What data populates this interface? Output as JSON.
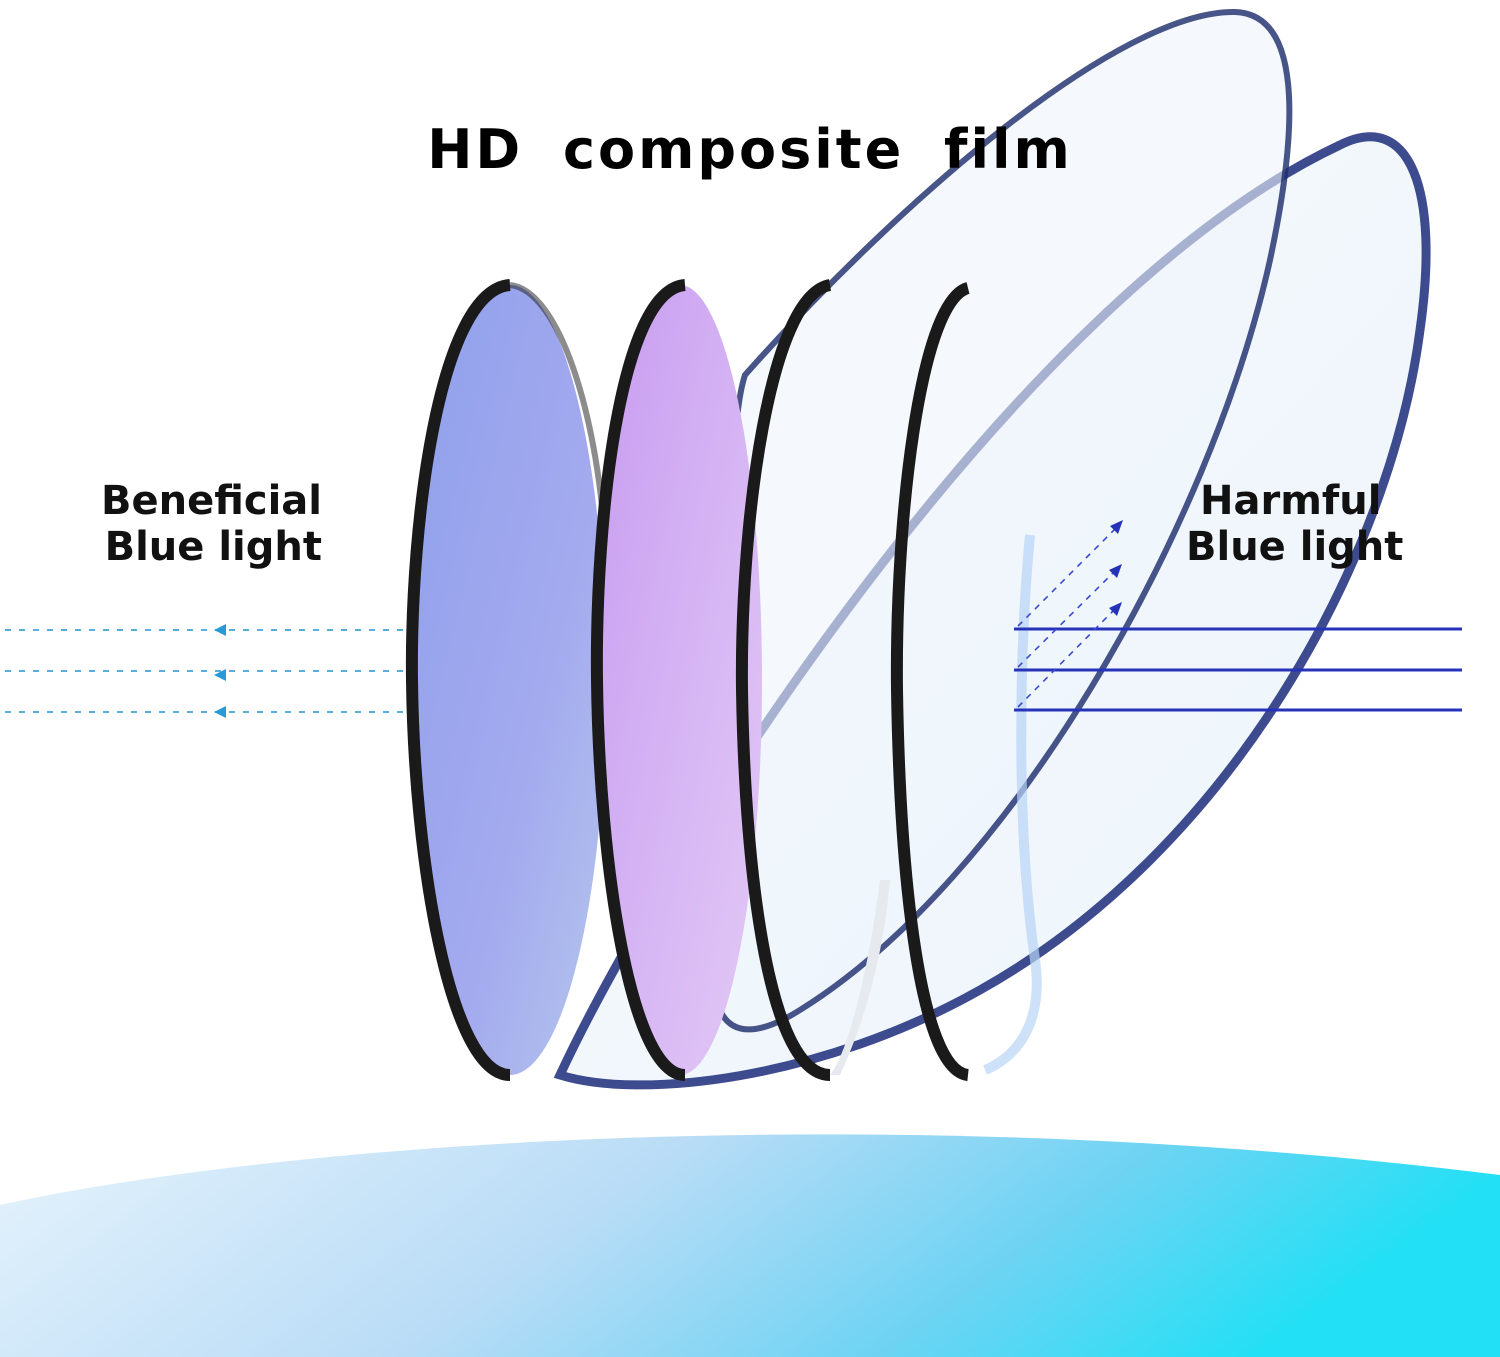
{
  "title": "HD composite film",
  "beneficial": {
    "line1": "Beneficial",
    "line2": "Blue light"
  },
  "harmful": {
    "line1": "Harmful",
    "line2": "Blue light"
  },
  "colors": {
    "lens_blue": "#9aa8ee",
    "lens_purple": "#d4b0f2",
    "lens_rim": "#1a1a1a",
    "frame_blue": "#1c2c7a",
    "ray_blue": "#2632b8",
    "ray_cyan": "#5aaedd",
    "base_cyan": "#22e0f5"
  }
}
